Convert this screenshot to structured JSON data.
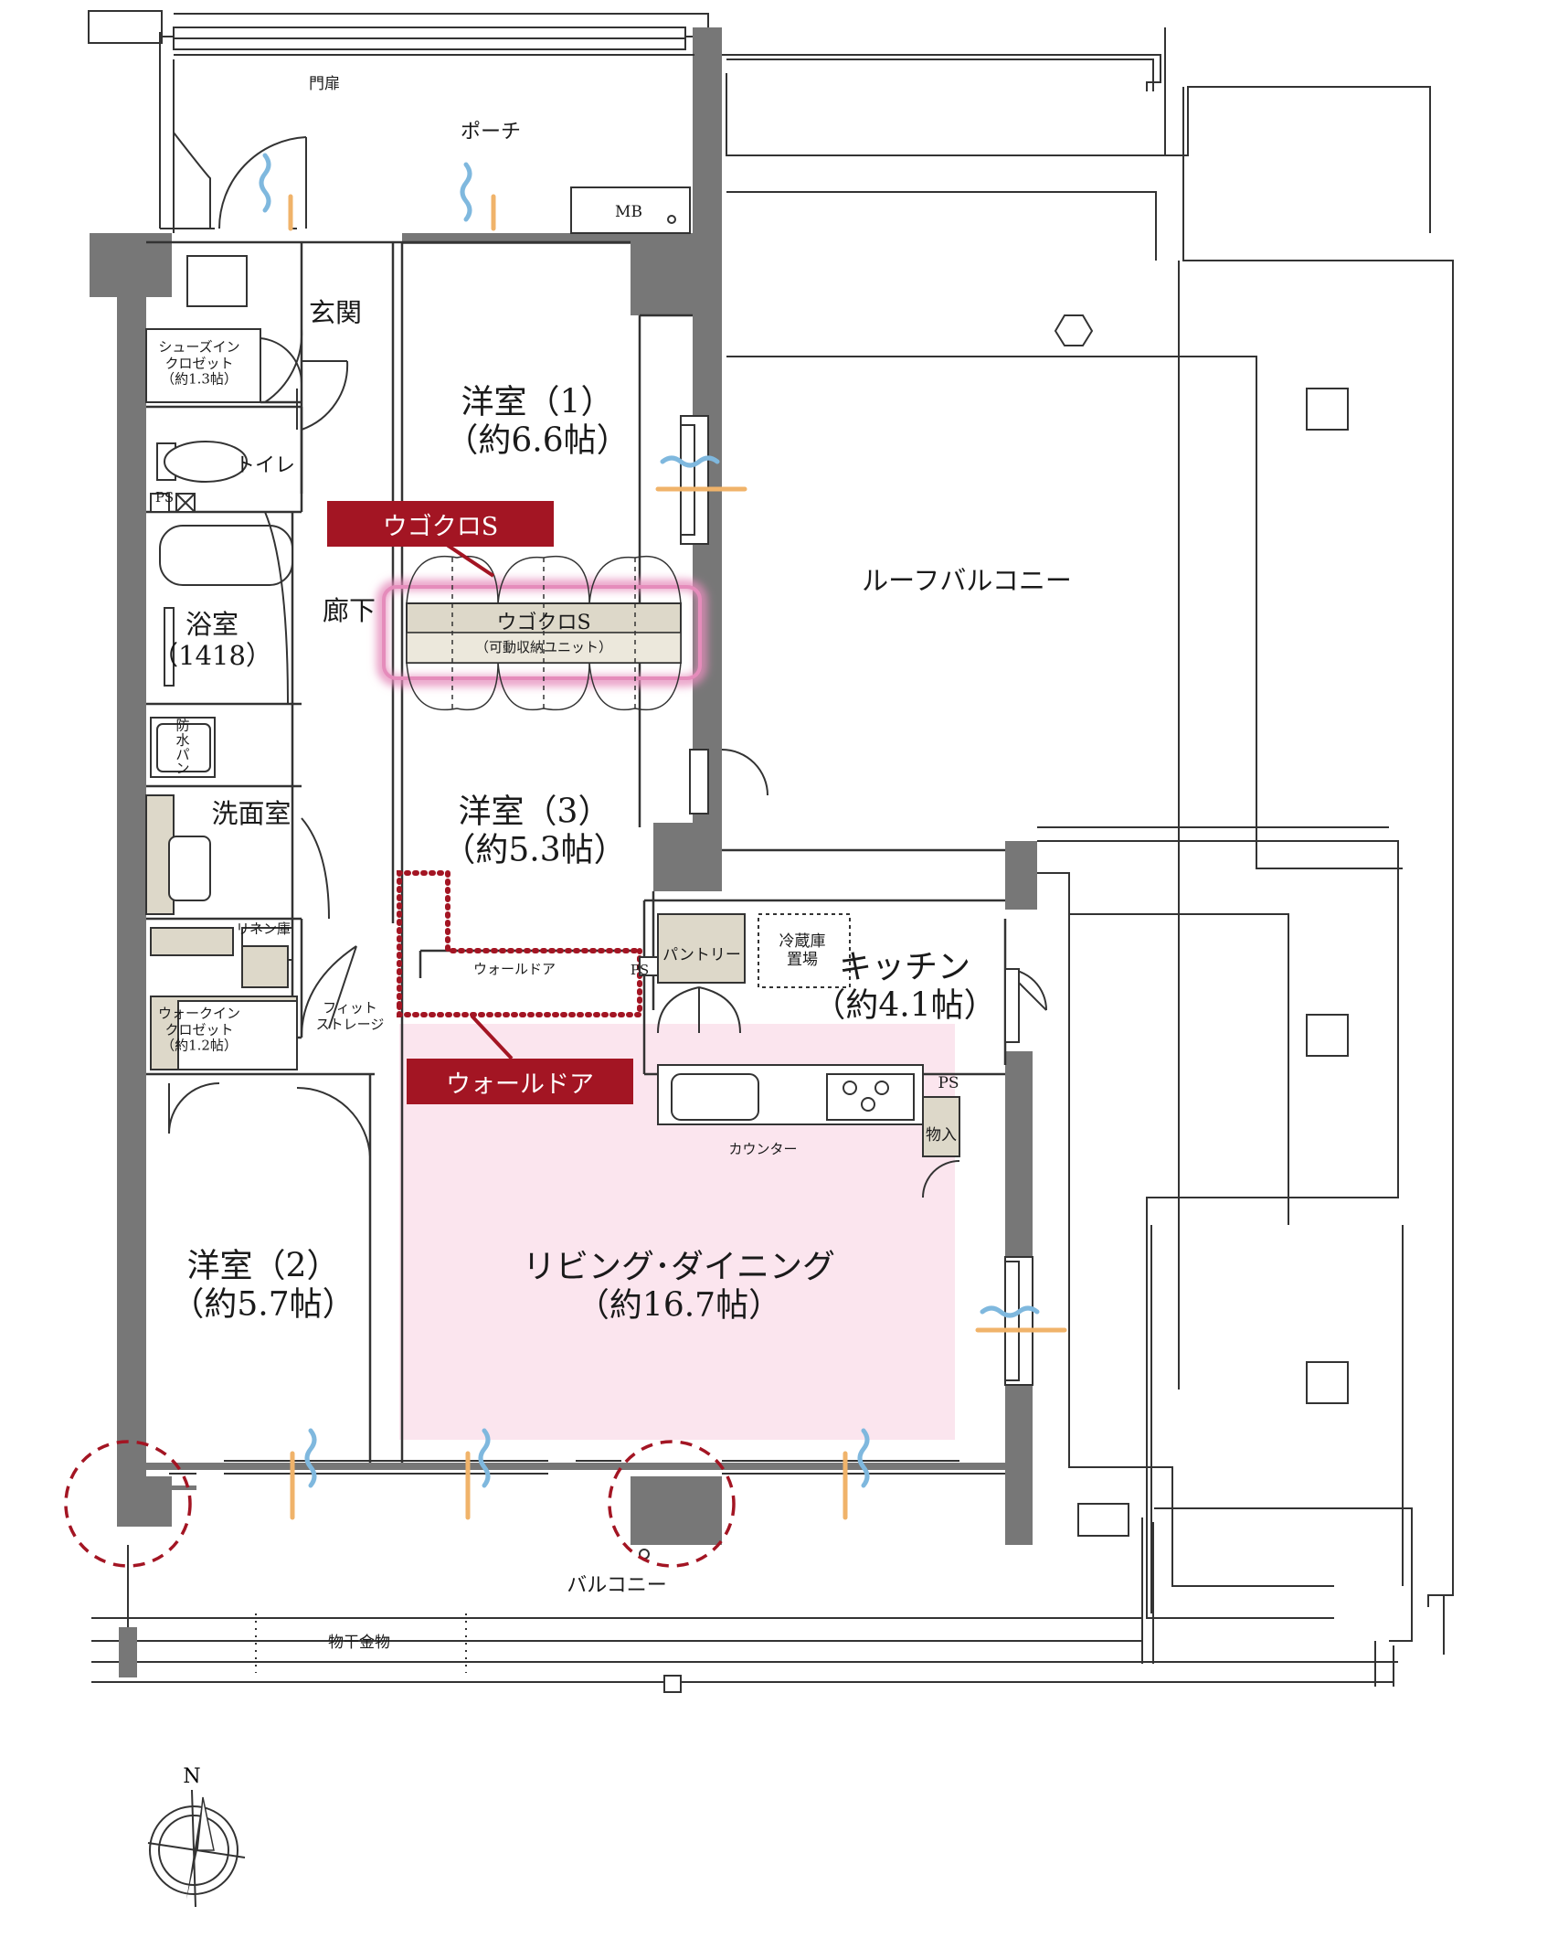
{
  "rooms": {
    "porch": "ポーチ",
    "gate_door": "門扉",
    "mb": "MB",
    "entrance": "玄関",
    "shoe_closet": [
      "シューズイン",
      "クロゼット",
      "（約1.3帖）"
    ],
    "toilet": "トイレ",
    "ps": "PS",
    "bath": [
      "浴室",
      "（1418）"
    ],
    "waterproof_pan": [
      "防",
      "水",
      "パ",
      "ン"
    ],
    "washroom": "洗面室",
    "linen": "リネン庫",
    "fit_storage": [
      "フィット",
      "ストレージ"
    ],
    "walkin_closet": [
      "ウォークイン",
      "クロゼット",
      "（約1.2帖）"
    ],
    "corridor": "廊下",
    "room1": [
      "洋室（1）",
      "（約6.6帖）"
    ],
    "room2": [
      "洋室（2）",
      "（約5.7帖）"
    ],
    "room3": [
      "洋室（3）",
      "（約5.3帖）"
    ],
    "ugokuro_unit": [
      "ウゴクロS",
      "（可動収納ユニット）"
    ],
    "wall_door_small": "ウォールドア",
    "pantry": "パントリー",
    "fridge": [
      "冷蔵庫",
      "置場"
    ],
    "kitchen": [
      "キッチン",
      "（約4.1帖）"
    ],
    "storage": "物入",
    "counter": "カウンター",
    "living": [
      "リビング･ダイニング",
      "（約16.7帖）"
    ],
    "roof_balcony": "ルーフバルコニー",
    "balcony": "バルコニー",
    "drying_rack": "物干金物"
  },
  "tags": {
    "ugokuro": "ウゴクロS",
    "wall_door": "ウォールドア"
  },
  "compass": {
    "north": "N"
  },
  "colors": {
    "wall": "#777777",
    "living_highlight": "#fbe5ee",
    "tag_red": "#a31523",
    "unit_highlight": "#e58cbb",
    "storage_fill": "#ddd8c9",
    "wind_blue": "#7fb8de",
    "wind_orange": "#f0b36a"
  }
}
